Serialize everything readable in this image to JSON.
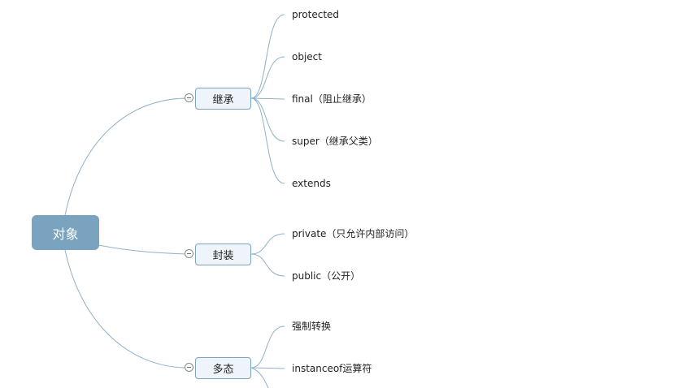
{
  "root": {
    "label": "对象"
  },
  "branches": [
    {
      "label": "继承",
      "children": [
        "protected",
        "object",
        "final（阻止继承）",
        "super（继承父类）",
        "extends"
      ]
    },
    {
      "label": "封装",
      "children": [
        "private（只允许内部访问）",
        "public（公开）"
      ]
    },
    {
      "label": "多态",
      "children": [
        "强制转换",
        "instanceof运算符"
      ]
    }
  ],
  "colors": {
    "root_fill": "#7aa3c0",
    "branch_fill": "#eef4fa",
    "branch_border": "#7aa3c0",
    "connector": "#7aa3c0"
  }
}
